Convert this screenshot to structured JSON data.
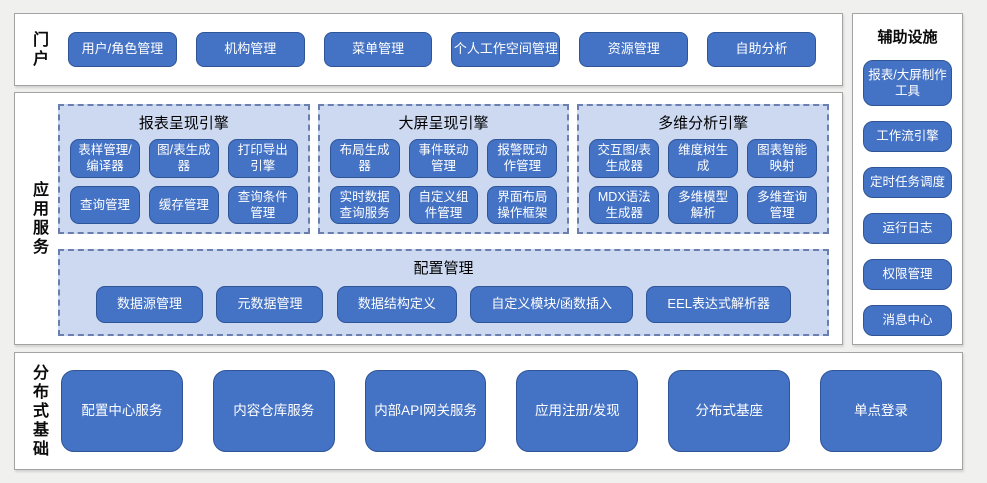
{
  "colors": {
    "page_bg": "#f0f0ee",
    "panel_bg": "#ffffff",
    "panel_border": "#a3a3a3",
    "accent_blue": "#4472c4",
    "button_border": "#2f5597",
    "button_text": "#ffffff",
    "group_fill": "#ccd9f1",
    "group_dashed_border": "#6a7fae",
    "label_text": "#000000"
  },
  "portal": {
    "label": "门户",
    "buttons": [
      "用户/角色管理",
      "机构管理",
      "菜单管理",
      "个人工作空间管理",
      "资源管理",
      "自助分析"
    ]
  },
  "app_services": {
    "label": "应用服务",
    "groups": [
      {
        "title": "报表呈现引擎",
        "buttons": [
          "表样管理/编译器",
          "图/表生成器",
          "打印导出引擎",
          "查询管理",
          "缓存管理",
          "查询条件管理"
        ]
      },
      {
        "title": "大屏呈现引擎",
        "buttons": [
          "布局生成器",
          "事件联动管理",
          "报警既动作管理",
          "实时数据查询服务",
          "自定义组件管理",
          "界面布局操作框架"
        ]
      },
      {
        "title": "多维分析引擎",
        "buttons": [
          "交互图/表生成器",
          "维度树生成",
          "图表智能映射",
          "MDX语法生成器",
          "多维模型解析",
          "多维查询管理"
        ]
      }
    ],
    "config": {
      "title": "配置管理",
      "buttons": [
        "数据源管理",
        "元数据管理",
        "数据结构定义",
        "自定义模块/函数插入",
        "EEL表达式解析器"
      ]
    }
  },
  "distributed": {
    "label": "分布式基础",
    "buttons": [
      "配置中心服务",
      "内容仓库服务",
      "内部API网关服务",
      "应用注册/发现",
      "分布式基座",
      "单点登录"
    ]
  },
  "auxiliary": {
    "title": "辅助设施",
    "buttons": [
      "报表/大屏制作工具",
      "工作流引擎",
      "定时任务调度",
      "运行日志",
      "权限管理",
      "消息中心"
    ]
  }
}
